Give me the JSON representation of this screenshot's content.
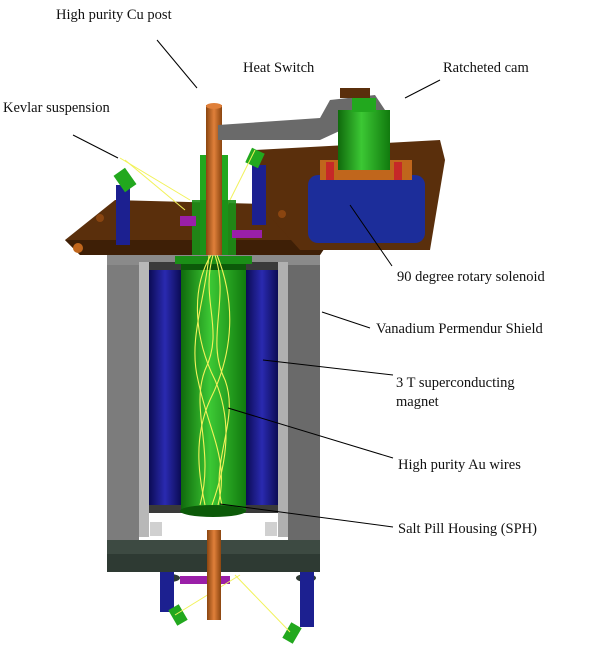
{
  "labels": {
    "cu_post": "High purity Cu post",
    "heat_switch": "Heat Switch",
    "ratcheted_cam": "Ratcheted cam",
    "kevlar": "Kevlar suspension",
    "solenoid": "90 degree rotary solenoid",
    "shield": "Vanadium Permendur Shield",
    "magnet_line1": "3 T superconducting",
    "magnet_line2": "magnet",
    "au_wires": "High purity Au wires",
    "sph": "Salt Pill Housing (SPH)"
  },
  "colors": {
    "shield_gray": "#7a7a7a",
    "magnet_blue": "#1c1c8a",
    "green": "#22a81e",
    "copper": "#c0661c",
    "brown_plate": "#5a2f0c",
    "purple": "#9a1fa8",
    "wire_yellow": "#f2f25a",
    "solenoid_blue": "#1c2d9a"
  }
}
